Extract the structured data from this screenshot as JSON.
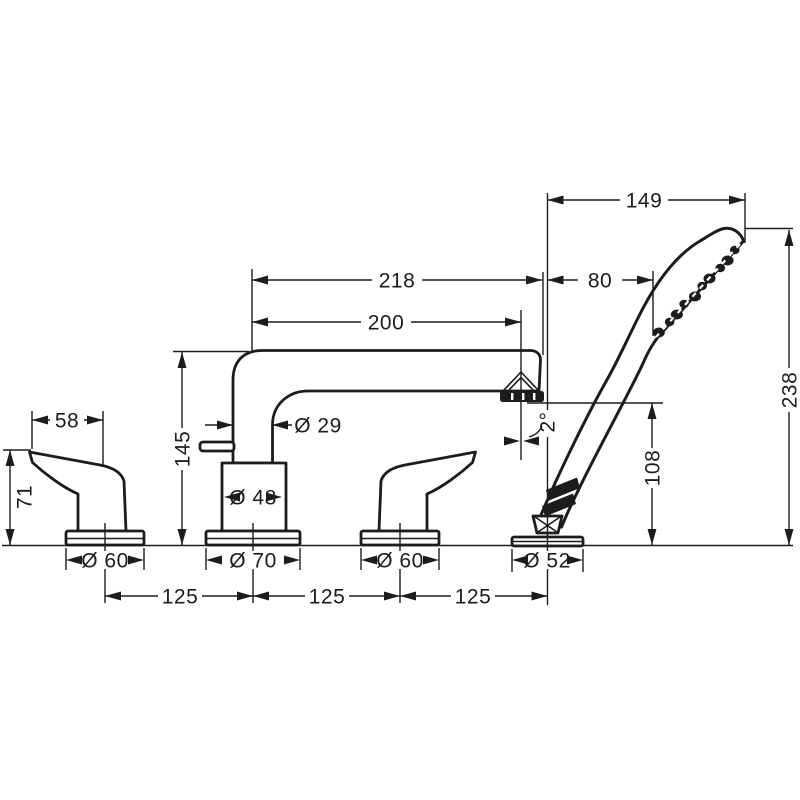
{
  "diagram": {
    "type": "technical-dimension-drawing",
    "colors": {
      "line": "#1c1c1c",
      "background": "#ffffff"
    },
    "dimensions": {
      "w149": "149",
      "w218": "218",
      "w200": "200",
      "w80": "80",
      "w58": "58",
      "h238": "238",
      "h145": "145",
      "h108": "108",
      "h71": "71",
      "dia29": "Ø 29",
      "dia48": "Ø 48",
      "dia70": "Ø 70",
      "dia60_left": "Ø 60",
      "dia60_right": "Ø 60",
      "dia52": "Ø 52",
      "s125_left": "125",
      "s125_mid": "125",
      "s125_right": "125",
      "angle2": "2°"
    }
  }
}
